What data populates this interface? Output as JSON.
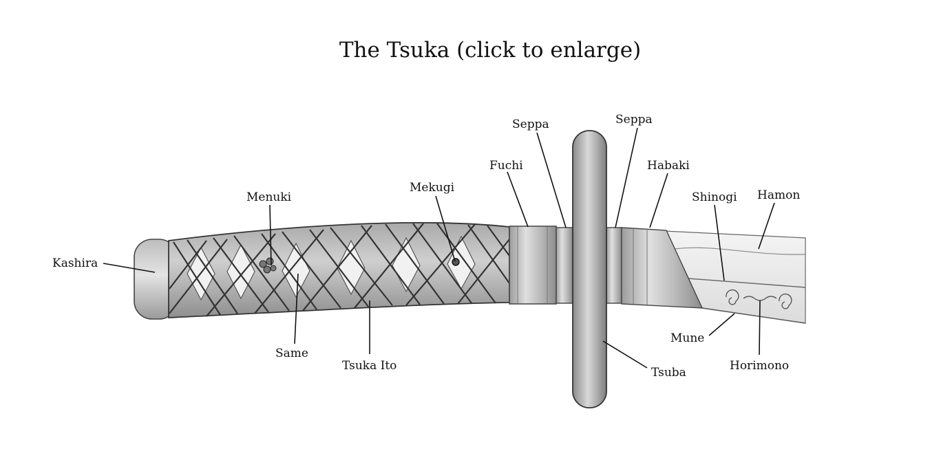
{
  "title": "The Tsuka (click to enlarge)",
  "labels": {
    "kashira": "Kashira",
    "menuki": "Menuki",
    "same": "Same",
    "tsuka_ito": "Tsuka Ito",
    "mekugi": "Mekugi",
    "fuchi": "Fuchi",
    "seppa_left": "Seppa",
    "seppa_right": "Seppa",
    "habaki": "Habaki",
    "shinogi": "Shinogi",
    "hamon": "Hamon",
    "mune": "Mune",
    "horimono": "Horimono",
    "tsuba": "Tsuba"
  }
}
